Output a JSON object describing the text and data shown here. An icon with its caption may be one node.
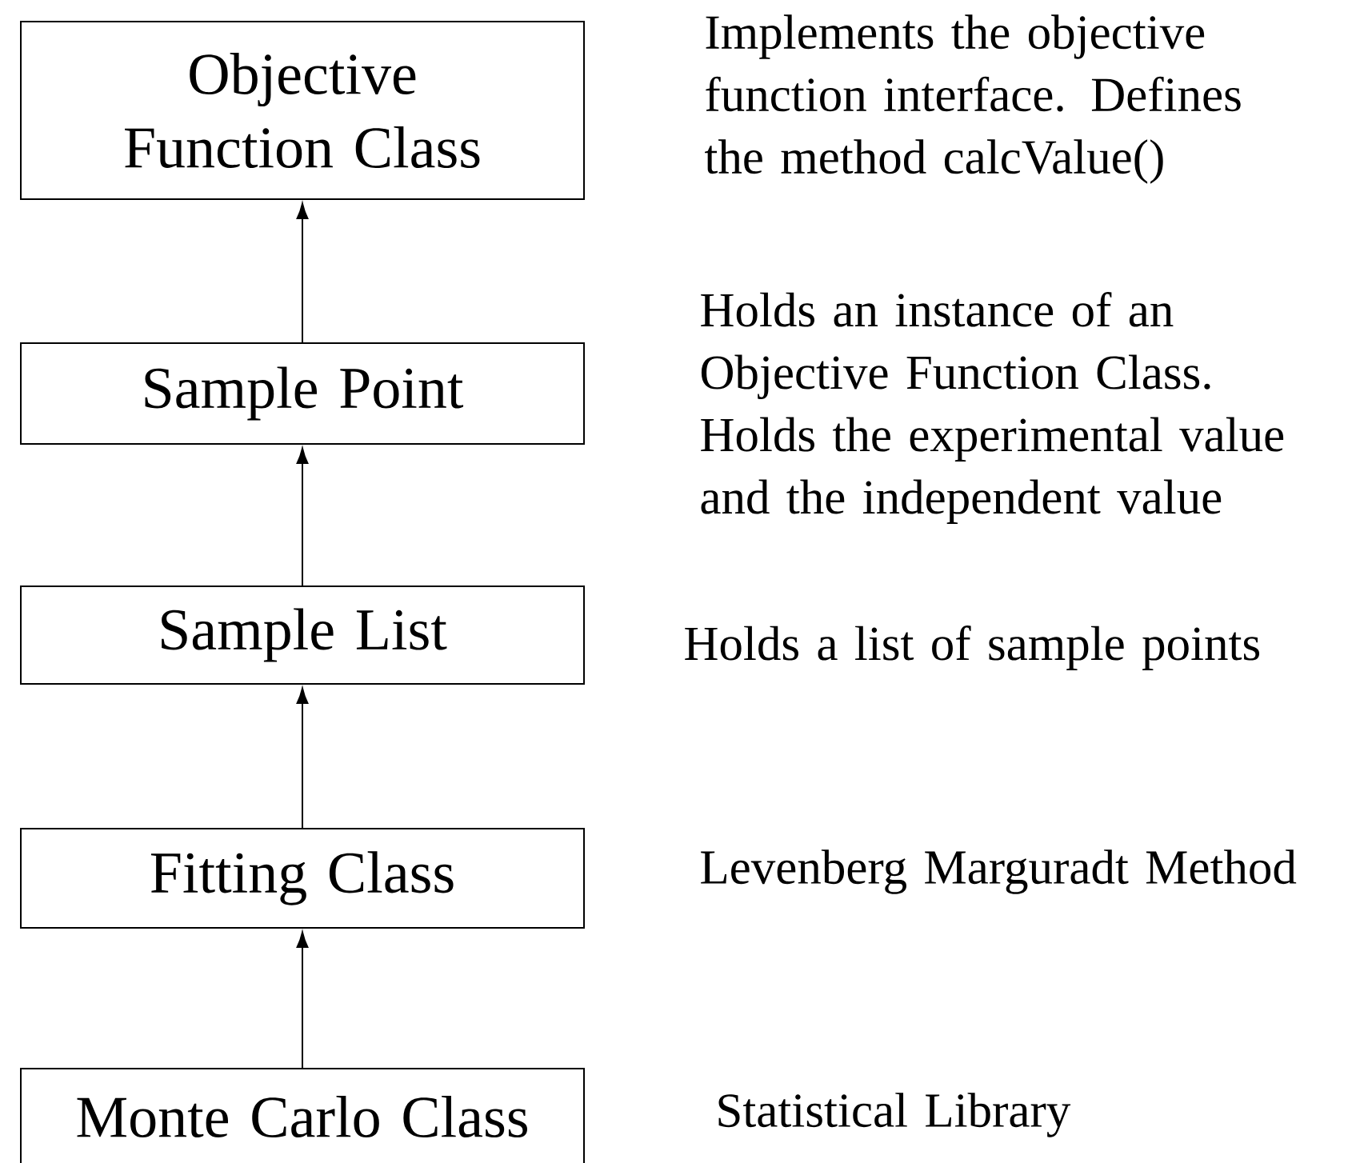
{
  "diagram": {
    "nodes": [
      {
        "text": [
          "Objective Function Class"
        ],
        "beside": [
          "Implements the objective function interface. Defines the method calcValue()"
        ]
      },
      {
        "text": [
          "Sample Point"
        ],
        "beside": [
          "Holds an instance of an Objective Function Class. Holds the experimental value and the independent value"
        ]
      },
      {
        "text": [
          "Sample List"
        ],
        "beside": [
          "Holds a list of sample points"
        ]
      },
      {
        "text": [
          "Fitting Class"
        ],
        "beside": [
          "Levenberg Marguradt Method"
        ]
      },
      {
        "text": [
          "Monte Carlo Class"
        ],
        "beside": [
          "Statistical Library"
        ]
      }
    ],
    "edges": [
      {
        "from": 1,
        "to": 0,
        "arrow": "to"
      },
      {
        "from": 2,
        "to": 1,
        "arrow": "to"
      },
      {
        "from": 3,
        "to": 2,
        "arrow": "to"
      },
      {
        "from": 4,
        "to": 3,
        "arrow": "to"
      }
    ]
  }
}
